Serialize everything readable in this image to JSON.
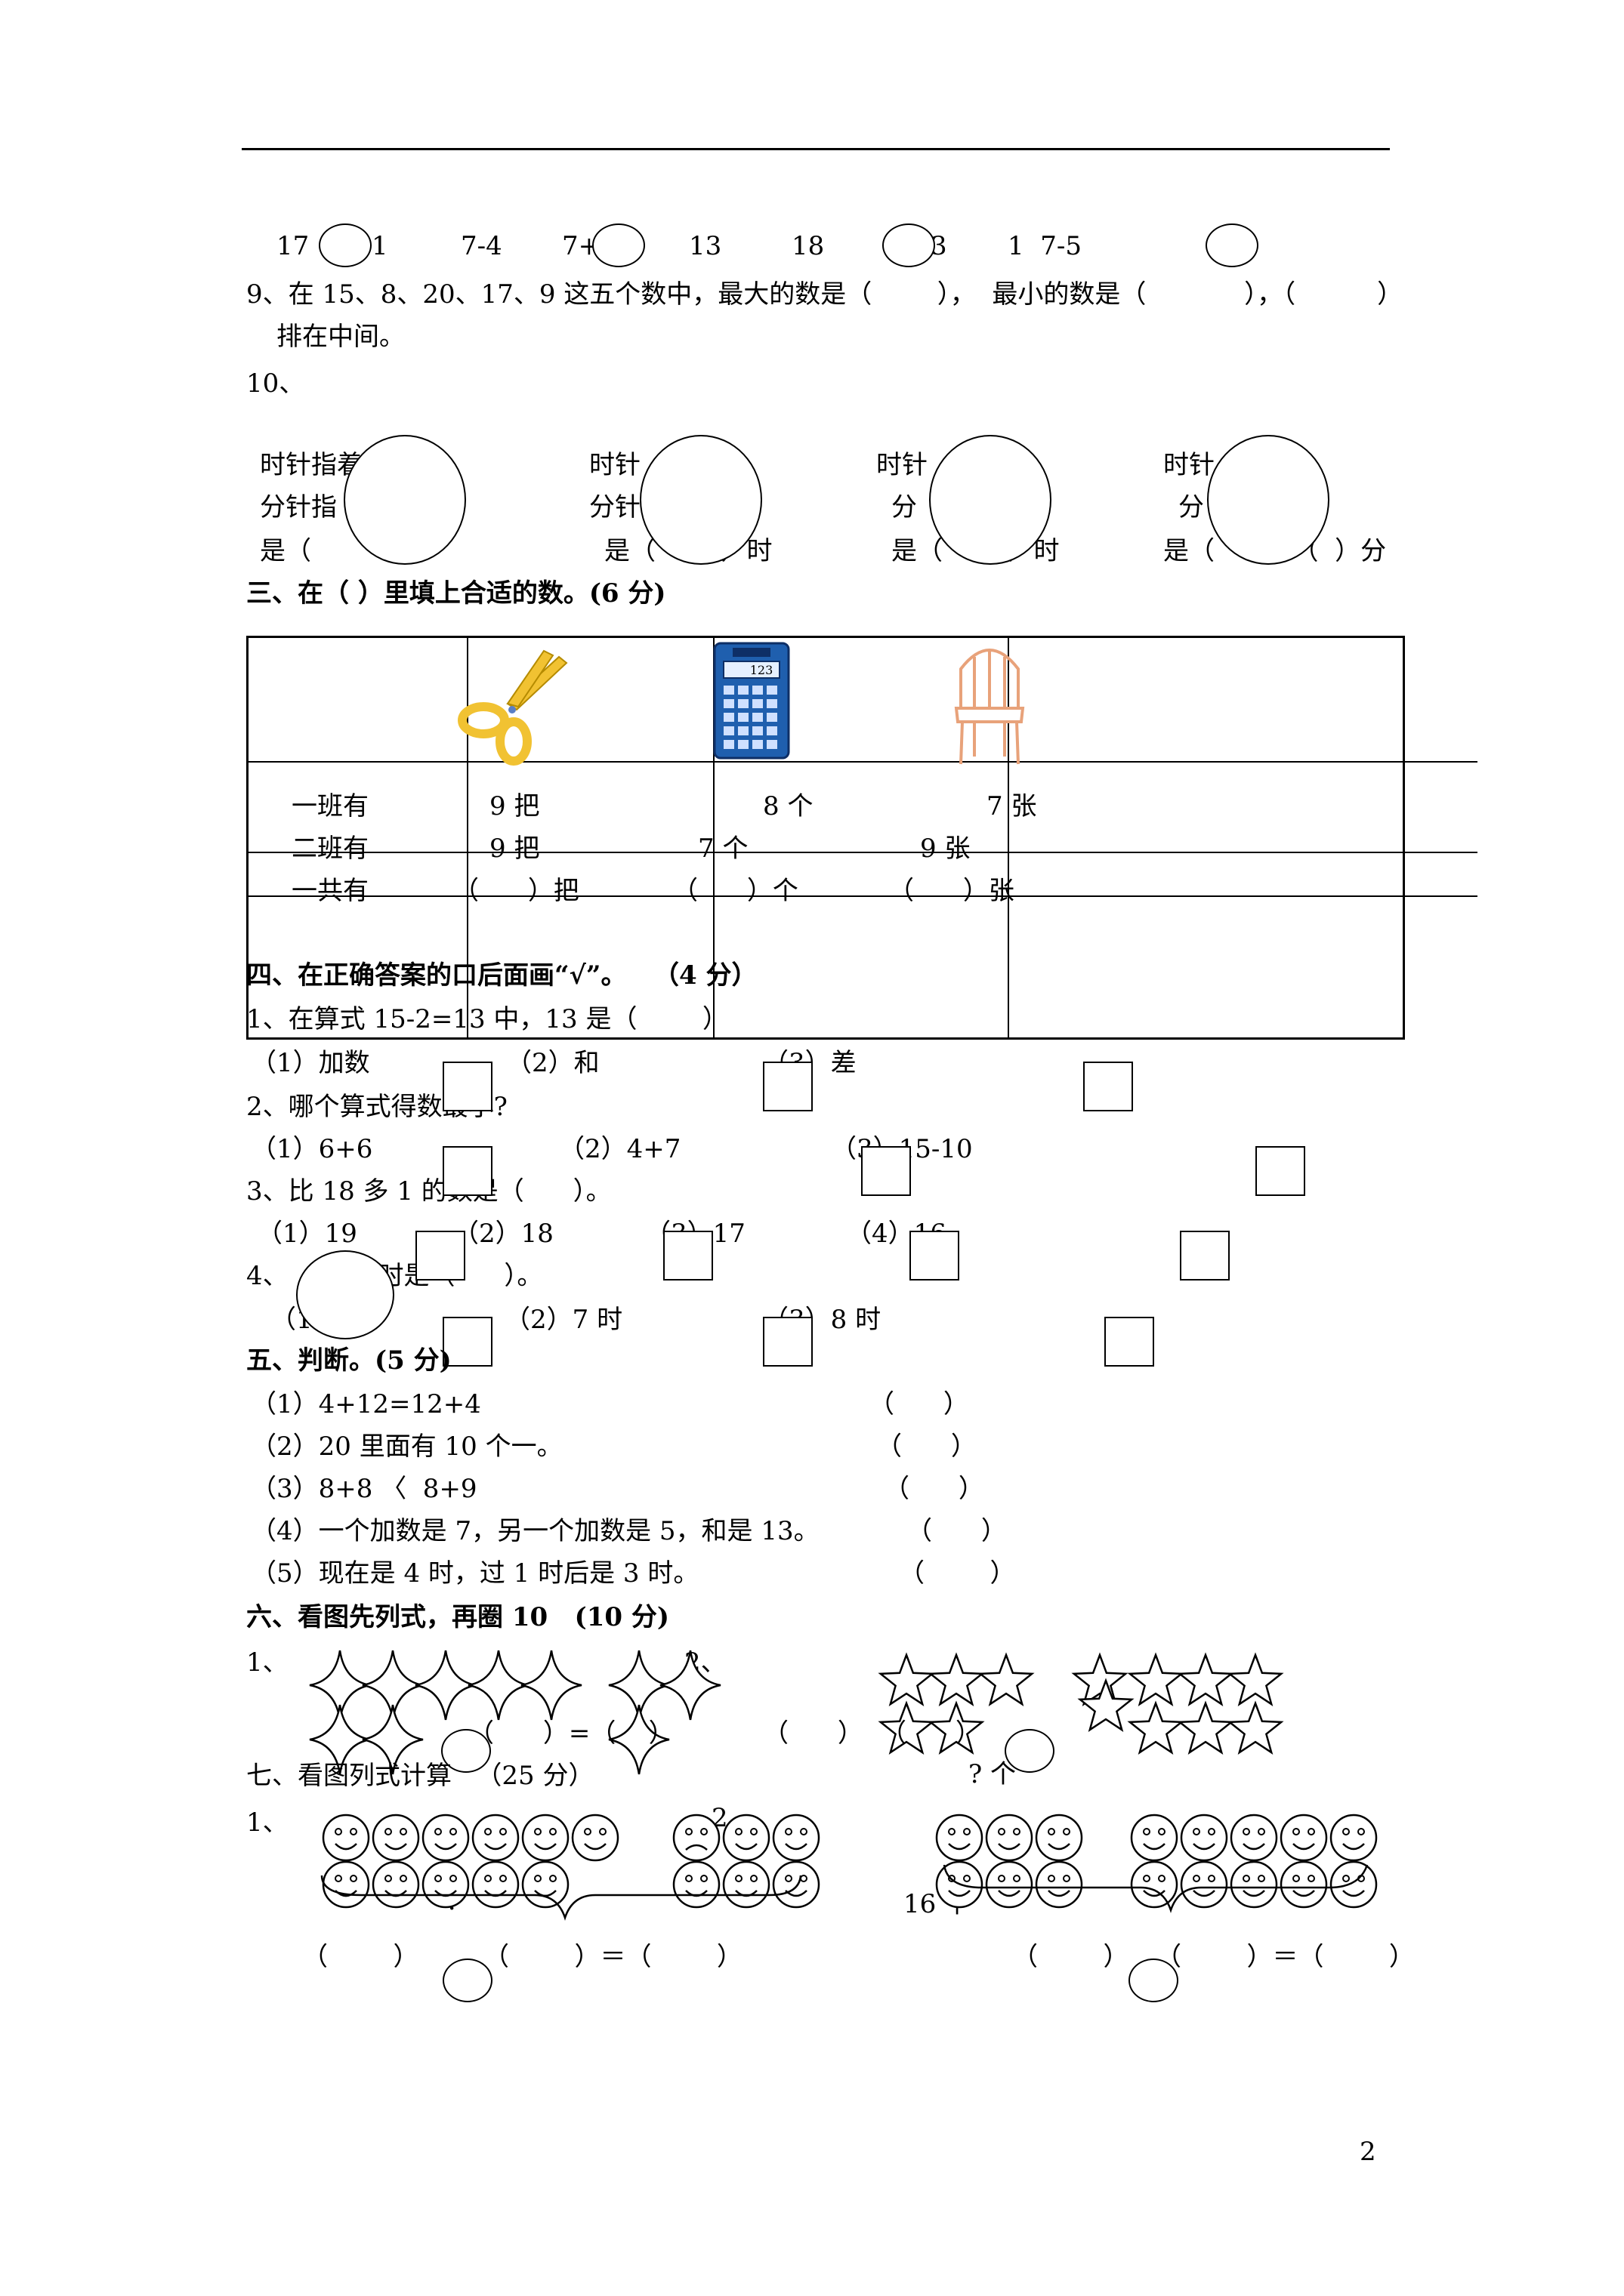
{
  "line8": [
    "17",
    "1",
    "7-4",
    "7+",
    "13",
    "18",
    "3",
    "1  7-5"
  ],
  "q9": {
    "line1": "9、在 15、8、20、17、9 这五个数中，最大的数是（        ），  最小的数是（            ），（          ）",
    "line2": "排在中间。"
  },
  "q10": {
    "label": "10、",
    "clocks": [
      {
        "hour": "时针指着（      ）",
        "minute": "分针指（      ）",
        "is": "是（            ）"
      },
      {
        "hour": "时针（      ）",
        "minute": "分针（      ）",
        "is": "是（        ）时"
      },
      {
        "hour": "时针（      ）",
        "minute": "分（      ）",
        "is": "是（        ）时"
      },
      {
        "hour": "时针（      ）",
        "minute": "分（      ）",
        "is": "是（        ）（  ）分"
      }
    ]
  },
  "s3": {
    "title": "三、在（ ）里填上合适的数。(6 分)",
    "rows": [
      {
        "label": "一班有",
        "v1": "9 把",
        "v2": "8 个",
        "v3": "7 张"
      },
      {
        "label": "二班有",
        "v1": "9 把",
        "v2": "7 个",
        "v3": "9 张"
      },
      {
        "label": "一共有",
        "v1": "（      ）把",
        "v2": "（      ）个",
        "v3": "（      ）张"
      }
    ]
  },
  "s4": {
    "title": "四、在正确答案的口后面画“√”。   （4 分）",
    "q1": "1、在算式 15-2=13 中，13 是（        ）",
    "q1_opts": [
      "（1）加数",
      "（2）和",
      "（3）差"
    ],
    "q2": "2、哪个算式得数最小?",
    "q2_opts": [
      "（1）6+6",
      "（2）4+7",
      "（3）15-10"
    ],
    "q3": "3、比 18 多 1 的数是（      ）。",
    "q3_opts": [
      "（1）19",
      "（2）18",
      "（3）17",
      "（4）16"
    ],
    "q4": "4、        1 时是（      ）。",
    "q4_opts": [
      "（1",
      "（2）7 时",
      "（3）8 时"
    ]
  },
  "s5": {
    "title": "五、判断。(5 分)",
    "items": [
      {
        "text": "（1）4+12=12+4",
        "paren": "（      ）"
      },
      {
        "text": "（2）20 里面有 10 个一。",
        "paren": "（      ）"
      },
      {
        "text": "（3）8+8 〈  8+9",
        "paren": "（      ）"
      },
      {
        "text": "（4）一个加数是 7，另一个加数是 5，和是 13。",
        "paren": "（      ）"
      },
      {
        "text": "（5）现在是 4 时，过 1 时后是 3 时。",
        "paren": "（        ）"
      }
    ]
  },
  "s6": {
    "title": "六、看图先列式，再圈 10   (10 分)",
    "p1": "1、",
    "p2": "2、",
    "eq1": "（      ）=（    ）",
    "eq2a": "（      ）",
    "eq2b": "（      ）",
    "q": "? 个"
  },
  "s7": {
    "title": "七、看图列式计算   （25 分）",
    "p1": "1、",
    "q2": "2、",
    "q_mark": "?",
    "label16": "16 个",
    "eq_left": [
      "（        ）",
      "（        ）＝（        ）"
    ],
    "eq_right": [
      "（        ）",
      "（        ）＝（        ）"
    ]
  },
  "page_number": "2"
}
